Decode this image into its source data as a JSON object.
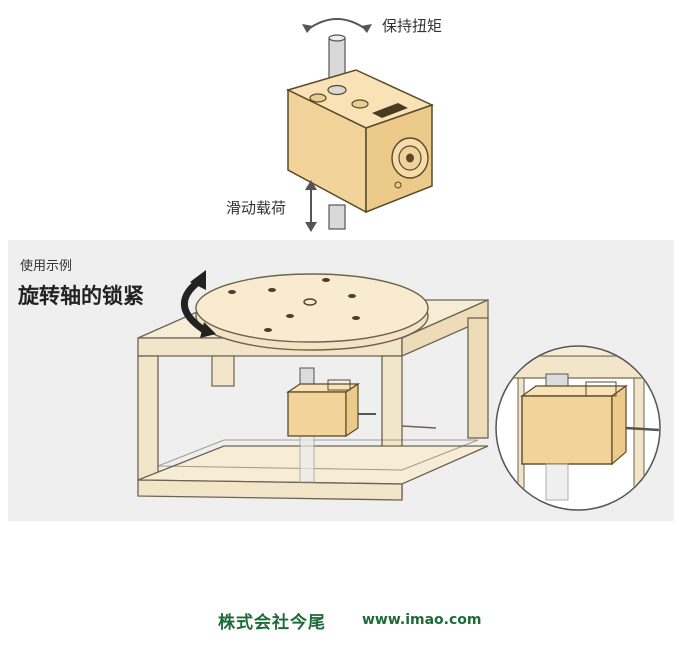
{
  "labels": {
    "holding_torque": "保持扭矩",
    "sliding_load": "滑动载荷",
    "usage_example": "使用示例",
    "usage_heading": "旋转轴的锁紧"
  },
  "footer": {
    "company": "株式会社今尾",
    "url": "www.imao.com"
  },
  "colors": {
    "block_fill": "#f5d9a3",
    "block_stroke": "#5a4a2a",
    "frame_fill": "#f7ecd6",
    "panel_bg": "#efefef",
    "footer_green": "#1e6b3a"
  }
}
